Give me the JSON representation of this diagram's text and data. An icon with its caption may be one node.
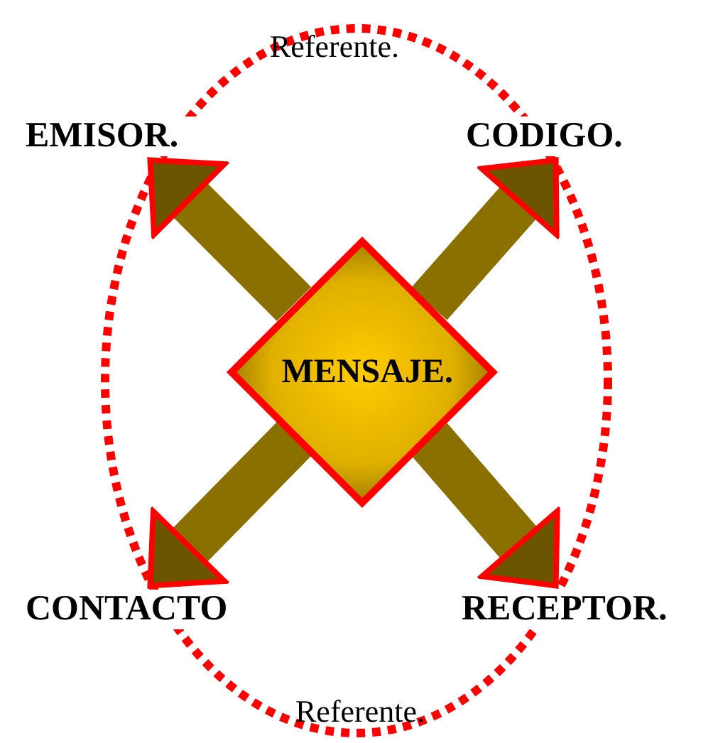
{
  "diagram": {
    "nodes": [
      {
        "text": [
          "Referente.",
          "Referente."
        ]
      },
      {
        "text": [
          "EMISOR."
        ]
      },
      {
        "text": [
          "CODIGO."
        ]
      },
      {
        "text": [
          "MENSAJE."
        ],
        "in": 0
      },
      {
        "text": [
          "CONTACTO"
        ]
      },
      {
        "text": [
          "RECEPTOR."
        ]
      }
    ],
    "edges": [
      {
        "from": 3,
        "to": 1,
        "arrow": "to"
      },
      {
        "from": 3,
        "to": 2,
        "arrow": "to"
      },
      {
        "from": 3,
        "to": 4,
        "arrow": "to"
      },
      {
        "from": 3,
        "to": 5,
        "arrow": "to"
      }
    ]
  }
}
